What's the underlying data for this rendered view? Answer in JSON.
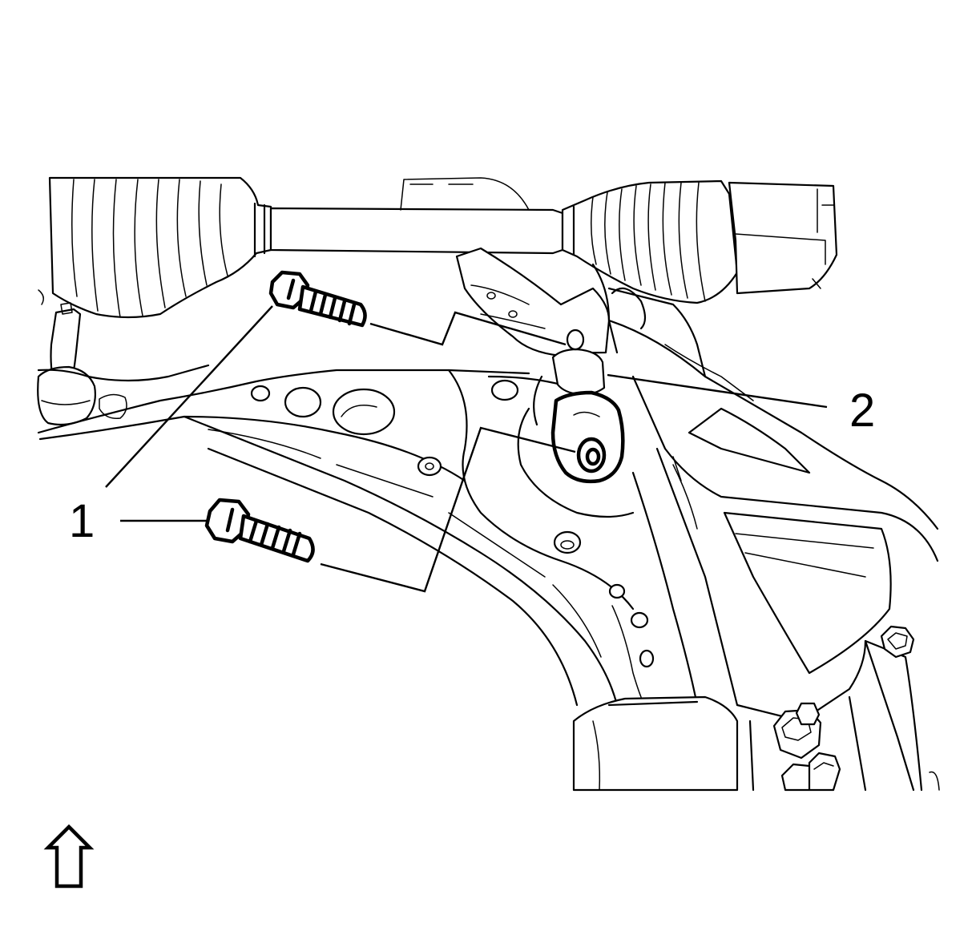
{
  "callouts": [
    {
      "id": "1",
      "label": "1",
      "target": "bolts"
    },
    {
      "id": "2",
      "label": "2",
      "target": "control-arm-bushing"
    }
  ],
  "orientation_arrow": {
    "icon": "up-arrow-icon",
    "meaning": "vehicle front"
  },
  "colors": {
    "line": "#000000",
    "background": "#ffffff"
  }
}
